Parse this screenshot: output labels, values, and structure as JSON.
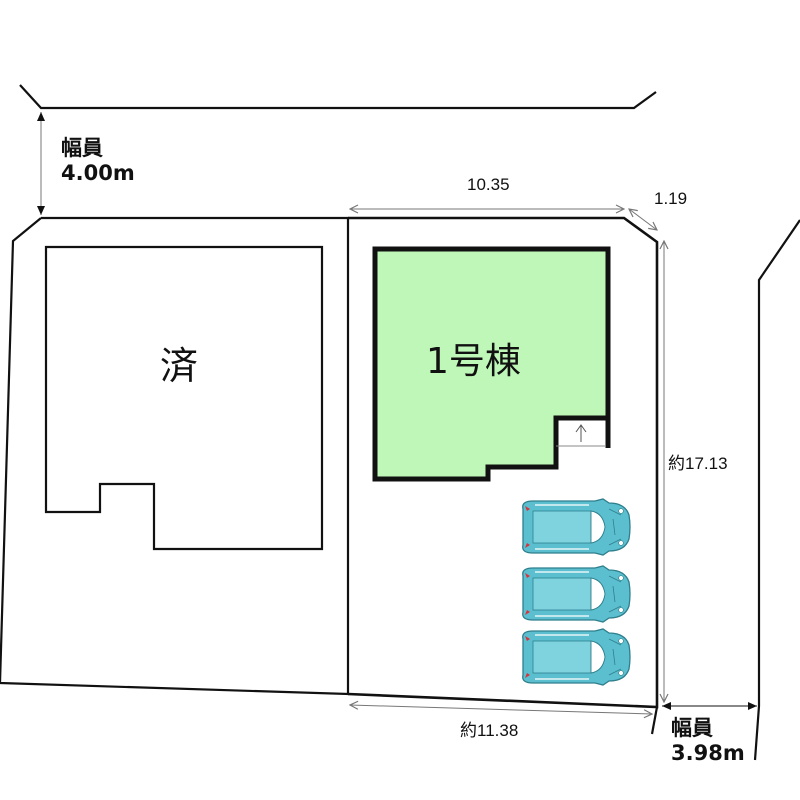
{
  "roads": {
    "north": {
      "label": "幅員",
      "width": "4.00m"
    },
    "east": {
      "label": "幅員",
      "width": "3.98m"
    }
  },
  "lots": {
    "sold": {
      "label": "済",
      "status": "sold"
    },
    "lot1": {
      "label": "1号棟",
      "fill_color": "#bff7b8"
    }
  },
  "dimensions": {
    "top_frontage": "10.35",
    "corner_cut": "1.19",
    "east_depth": "約17.13",
    "bottom_width": "約11.38"
  },
  "parking": {
    "car_count": 3,
    "car_color": "#5bbfcf"
  },
  "entrance_marker": "↑"
}
